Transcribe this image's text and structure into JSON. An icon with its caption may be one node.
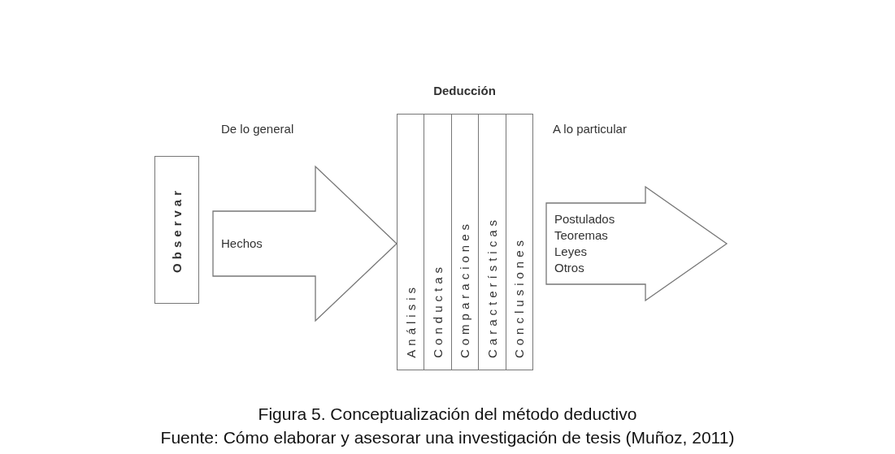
{
  "diagram": {
    "caption": "Figura 5. Conceptualización del método deductivo",
    "nodes": [
      {
        "text": [
          "Observar"
        ]
      },
      {
        "text": [
          "Deducción"
        ]
      },
      {
        "text": [
          "Análisis"
        ],
        "in": 1
      },
      {
        "text": [
          "Conductas"
        ],
        "in": 1
      },
      {
        "text": [
          "Comparaciones"
        ],
        "in": 1
      },
      {
        "text": [
          "Características"
        ],
        "in": 1
      },
      {
        "text": [
          "Conclusiones"
        ],
        "in": 1
      }
    ],
    "edges": [
      {
        "from": 0,
        "to": 1,
        "arrow": "to",
        "label": "Hechos"
      },
      {
        "from": 1,
        "to": null,
        "arrow": "to",
        "label": "Postulados Teoremas Leyes Otros"
      }
    ],
    "labels": [
      "De lo general",
      "A lo particular",
      "Fuente: Cómo elaborar y asesorar una investigación de tesis (Muñoz, 2011)"
    ]
  }
}
